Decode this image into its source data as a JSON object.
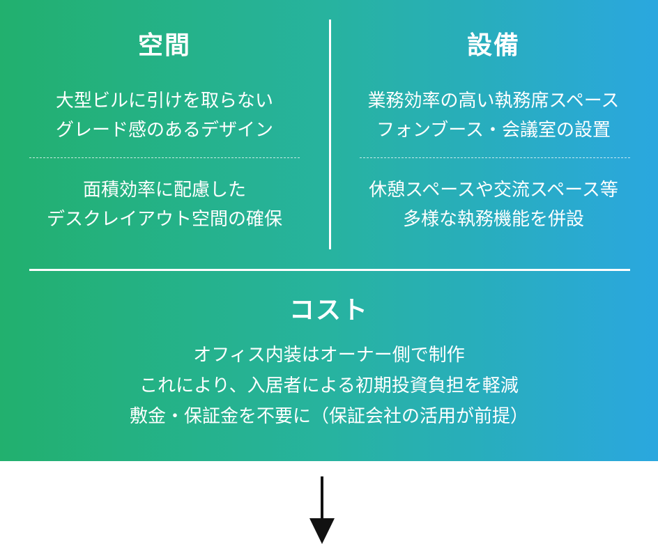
{
  "space": {
    "title": "空間",
    "item1": [
      "大型ビルに引けを取らない",
      "グレード感のあるデザイン"
    ],
    "item2": [
      "面積効率に配慮した",
      "デスクレイアウト空間の確保"
    ]
  },
  "equipment": {
    "title": "設備",
    "item1": [
      "業務効率の高い執務席スペース",
      "フォンブース・会議室の設置"
    ],
    "item2": [
      "休憩スペースや交流スペース等",
      "多様な執務機能を併設"
    ]
  },
  "cost": {
    "title": "コスト",
    "lines": [
      "オフィス内装はオーナー側で制作",
      "これにより、入居者による初期投資負担を軽減",
      "敷金・保証金を不要に（保証会社の活用が前提）"
    ]
  },
  "colors": {
    "gradient_start": "#22b06e",
    "gradient_end": "#2aa7df",
    "text": "#ffffff",
    "arrow": "#111111"
  },
  "icons": {
    "arrow": "down-arrow-icon"
  }
}
